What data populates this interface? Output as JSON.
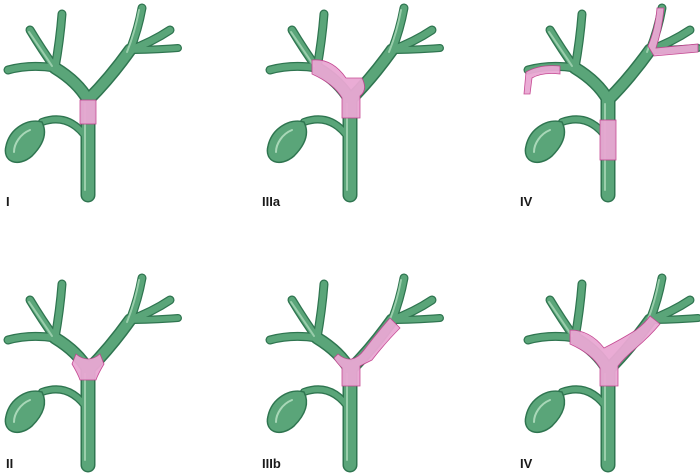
{
  "figure": {
    "colors": {
      "duct_fill": "#5aa579",
      "duct_outline": "#2f7550",
      "duct_highlight": "#a9d8b8",
      "tumor_fill": "#e9a8d3",
      "tumor_edge": "#c2418e",
      "label": "#1a1a1a"
    },
    "panels": [
      {
        "label": "I",
        "involvement": [
          "common-hepatic-duct"
        ]
      },
      {
        "label": "IIIa",
        "involvement": [
          "common-hepatic-duct",
          "confluence",
          "right-hepatic-duct"
        ]
      },
      {
        "label": "IV",
        "involvement": [
          "common-hepatic-duct",
          "right-secondary-branch",
          "left-secondary-branch"
        ]
      },
      {
        "label": "II",
        "involvement": [
          "confluence"
        ]
      },
      {
        "label": "IIIb",
        "involvement": [
          "confluence",
          "left-hepatic-duct"
        ]
      },
      {
        "label": "IV",
        "involvement": [
          "confluence",
          "right-hepatic-duct",
          "left-hepatic-duct"
        ]
      }
    ]
  }
}
